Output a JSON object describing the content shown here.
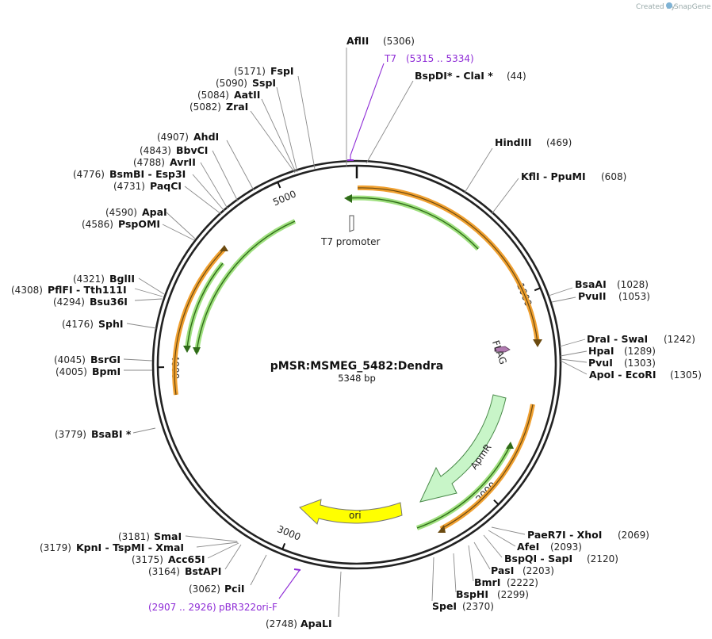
{
  "watermark": {
    "text": "Created by",
    "brand": "SnapGene"
  },
  "plasmid": {
    "name": "pMSR:MSMEG_5482:Dendra",
    "length_label": "5348 bp",
    "length": 5348
  },
  "colors": {
    "backbone": "#222222",
    "orange": "#f0a030",
    "green": "#2f8a1f",
    "ori": "#ffff00",
    "apmr": "#c8f5c8",
    "flag": "#b07ab0",
    "primer": "#8e2bd6"
  },
  "ticks": [
    {
      "label": "1000",
      "bp": 1000
    },
    {
      "label": "2000",
      "bp": 2000
    },
    {
      "label": "3000",
      "bp": 3000
    },
    {
      "label": "4000",
      "bp": 4000
    },
    {
      "label": "5000",
      "bp": 5000
    }
  ],
  "features": [
    {
      "id": "t7-promoter",
      "label": "T7 promoter"
    },
    {
      "id": "flag",
      "label": "FLAG"
    },
    {
      "id": "apmr",
      "label": "ApmR"
    },
    {
      "id": "ori",
      "label": "ori"
    }
  ],
  "sites": [
    {
      "id": "aflii",
      "name": "AflII",
      "pos": "(5306)"
    },
    {
      "id": "bspdi",
      "name": "BspDI* - ClaI *",
      "pos": "(44)"
    },
    {
      "id": "hindiii",
      "name": "HindIII",
      "pos": "(469)"
    },
    {
      "id": "kfli",
      "name": "KflI - PpuMI",
      "pos": "(608)"
    },
    {
      "id": "bsaai",
      "name": "BsaAI",
      "pos": "(1028)"
    },
    {
      "id": "pvuii",
      "name": "PvuII",
      "pos": "(1053)"
    },
    {
      "id": "drai",
      "name": "DraI - SwaI",
      "pos": "(1242)"
    },
    {
      "id": "hpai",
      "name": "HpaI",
      "pos": "(1289)"
    },
    {
      "id": "pvui",
      "name": "PvuI",
      "pos": "(1303)"
    },
    {
      "id": "apoi",
      "name": "ApoI - EcoRI",
      "pos": "(1305)"
    },
    {
      "id": "paer7i",
      "name": "PaeR7I - XhoI",
      "pos": "(2069)"
    },
    {
      "id": "afei",
      "name": "AfeI",
      "pos": "(2093)"
    },
    {
      "id": "bspqi",
      "name": "BspQI - SapI",
      "pos": "(2120)"
    },
    {
      "id": "pasi",
      "name": "PasI",
      "pos": "(2203)"
    },
    {
      "id": "bmri",
      "name": "BmrI",
      "pos": "(2222)"
    },
    {
      "id": "bsphi",
      "name": "BspHI",
      "pos": "(2299)"
    },
    {
      "id": "spei",
      "name": "SpeI",
      "pos": "(2370)"
    },
    {
      "id": "apali",
      "name": "ApaLI",
      "pos": "(2748)"
    },
    {
      "id": "pcii",
      "name": "PciI",
      "pos": "(3062)"
    },
    {
      "id": "bstapi",
      "name": "BstAPI",
      "pos": "(3164)"
    },
    {
      "id": "acc65i",
      "name": "Acc65I",
      "pos": "(3175)"
    },
    {
      "id": "kpni",
      "name": "KpnI - TspMI - XmaI",
      "pos": "(3179)"
    },
    {
      "id": "smai",
      "name": "SmaI",
      "pos": "(3181)"
    },
    {
      "id": "bsabi",
      "name": "BsaBI *",
      "pos": "(3779)"
    },
    {
      "id": "bpmi",
      "name": "BpmI",
      "pos": "(4005)"
    },
    {
      "id": "bsrgi",
      "name": "BsrGI",
      "pos": "(4045)"
    },
    {
      "id": "sphi",
      "name": "SphI",
      "pos": "(4176)"
    },
    {
      "id": "bsu36i",
      "name": "Bsu36I",
      "pos": "(4294)"
    },
    {
      "id": "pflfi",
      "name": "PflFI - Tth111I",
      "pos": "(4308)"
    },
    {
      "id": "bglii",
      "name": "BglII",
      "pos": "(4321)"
    },
    {
      "id": "pspomi",
      "name": "PspOMI",
      "pos": "(4586)"
    },
    {
      "id": "apai",
      "name": "ApaI",
      "pos": "(4590)"
    },
    {
      "id": "paqci",
      "name": "PaqCI",
      "pos": "(4731)"
    },
    {
      "id": "bsmbi",
      "name": "BsmBI - Esp3I",
      "pos": "(4776)"
    },
    {
      "id": "avrii",
      "name": "AvrII",
      "pos": "(4788)"
    },
    {
      "id": "bbvci",
      "name": "BbvCI",
      "pos": "(4843)"
    },
    {
      "id": "ahdi",
      "name": "AhdI",
      "pos": "(4907)"
    },
    {
      "id": "zrai",
      "name": "ZraI",
      "pos": "(5082)"
    },
    {
      "id": "aatii",
      "name": "AatII",
      "pos": "(5084)"
    },
    {
      "id": "sspi",
      "name": "SspI",
      "pos": "(5090)"
    },
    {
      "id": "fspi",
      "name": "FspI",
      "pos": "(5171)"
    }
  ],
  "primers": [
    {
      "id": "t7",
      "name": "T7",
      "range": "(5315 .. 5334)"
    },
    {
      "id": "pbr322",
      "name": "pBR322ori-F",
      "range": "(2907 .. 2926)"
    }
  ]
}
